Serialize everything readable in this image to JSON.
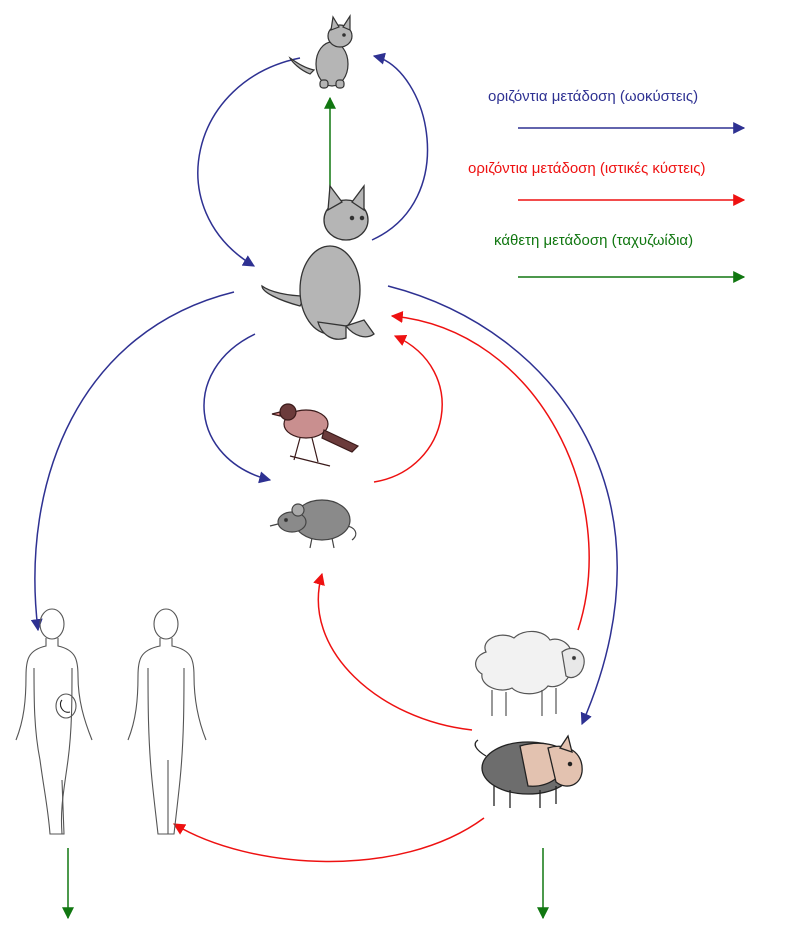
{
  "legend": {
    "horizontal_eggs": "οριζόντια μετάδοση (ωοκύστεις)",
    "horizontal_tissue_cysts": "οριζόντια μετάδοση (ιστικές κύστεις)",
    "vertical_tachyzoites": "κάθετη μετάδοση (ταχυζωίδια)"
  },
  "colors": {
    "blue": "#2e3192",
    "red": "#ee1111",
    "green": "#117711",
    "animal_fill": "#b5b5b5",
    "outline": "#333333"
  },
  "nodes": [
    "kitten",
    "cat",
    "bird",
    "rodent",
    "sheep",
    "pig",
    "human-female-pregnant",
    "human-male"
  ]
}
